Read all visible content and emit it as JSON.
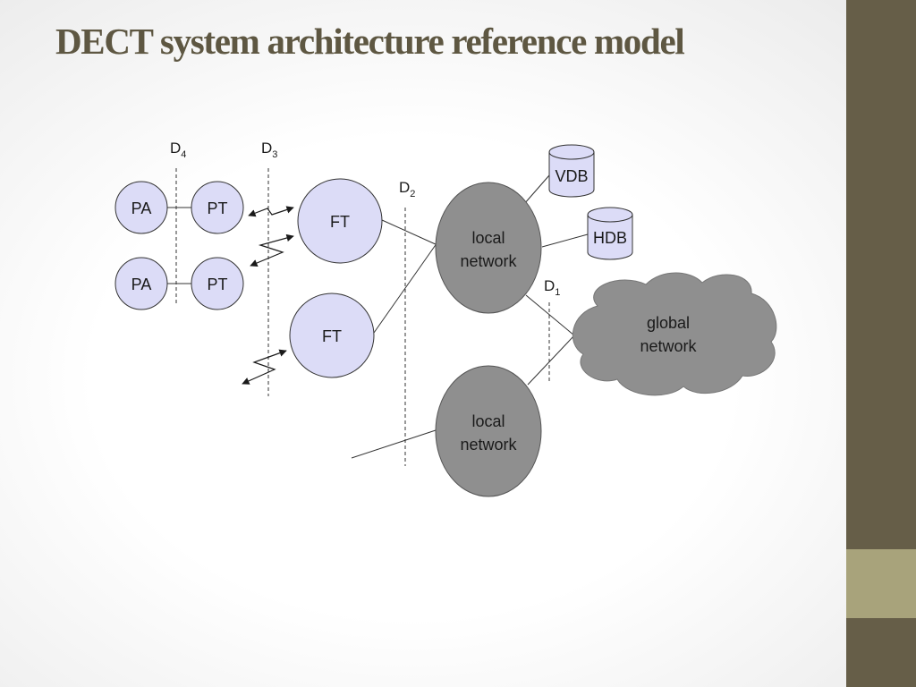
{
  "title": "DECT system architecture reference model",
  "reference_points": {
    "d4": {
      "main": "D",
      "sub": "4"
    },
    "d3": {
      "main": "D",
      "sub": "3"
    },
    "d2": {
      "main": "D",
      "sub": "2"
    },
    "d1": {
      "main": "D",
      "sub": "1"
    }
  },
  "nodes": {
    "pa_top": "PA",
    "pt_top": "PT",
    "pa_bottom": "PA",
    "pt_bottom": "PT",
    "ft_top": "FT",
    "ft_bottom": "FT",
    "local_network_top": [
      "local",
      "network"
    ],
    "local_network_bottom": [
      "local",
      "network"
    ],
    "vdb": "VDB",
    "hdb": "HDB",
    "global_network": [
      "global",
      "network"
    ]
  },
  "colors": {
    "title": "#5e5742",
    "sidebar": "#665e48",
    "sidebar_accent": "#a8a37b",
    "terminal_fill": "#dcdcf7",
    "network_fill": "#8f8f8f"
  }
}
